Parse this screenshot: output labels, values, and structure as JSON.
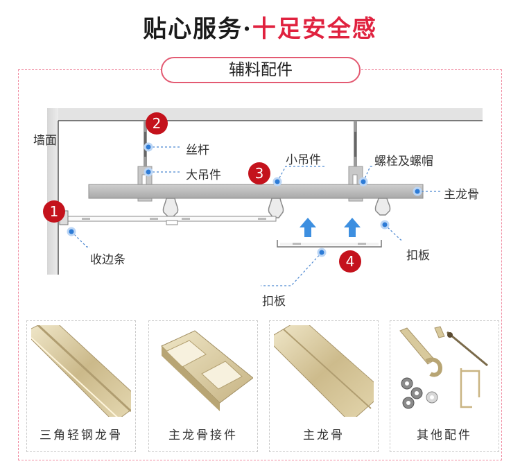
{
  "headline": {
    "part1": "贴心服务·",
    "part2": "十足安全感"
  },
  "section_title": "辅料配件",
  "diagram": {
    "labels": {
      "wall": "墙面",
      "rod": "丝杆",
      "big_hanger": "大吊件",
      "small_hanger": "小吊件",
      "bolt_nut": "螺栓及螺帽",
      "main_keel": "主龙骨",
      "edge_strip": "收边条",
      "panel_right": "扣板",
      "panel_bottom": "扣板"
    },
    "markers": {
      "m1": "1",
      "m2": "2",
      "m3": "3",
      "m4": "4"
    }
  },
  "products": [
    {
      "label": "三角轻钢龙骨",
      "icon": "triangle-keel-image"
    },
    {
      "label": "主龙骨接件",
      "icon": "keel-connector-image"
    },
    {
      "label": "主龙骨",
      "icon": "main-keel-image"
    },
    {
      "label": "其他配件",
      "icon": "accessories-image"
    }
  ],
  "colors": {
    "accent_red": "#e0223f",
    "marker_red": "#c4121c",
    "dot_blue": "#2d7bd6",
    "arrow_blue": "#3d8fe0"
  }
}
